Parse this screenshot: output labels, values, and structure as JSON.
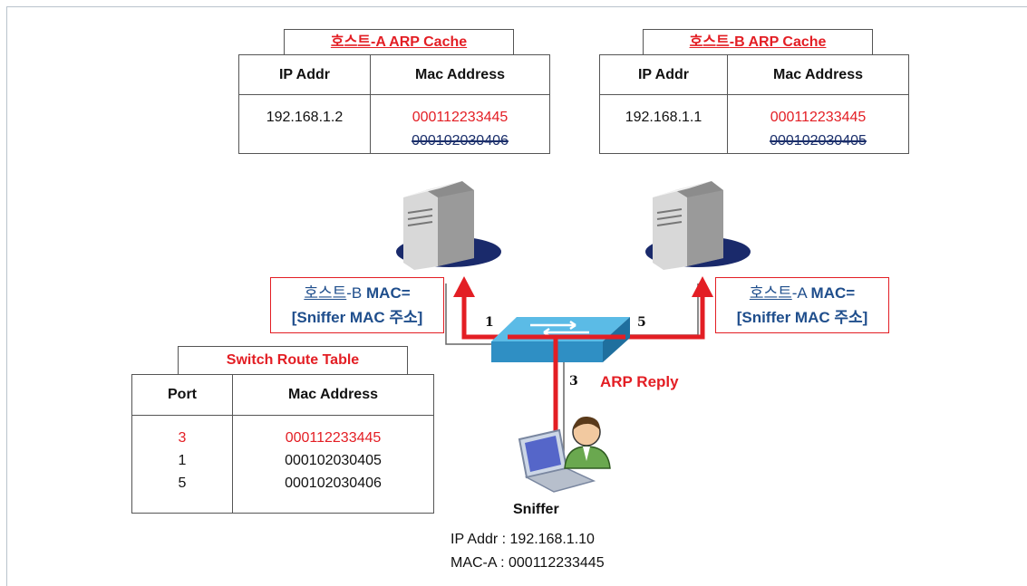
{
  "hostA": {
    "title_prefix": "호스트",
    "title_suffix": "-A ARP Cache",
    "col_ip": "IP Addr",
    "col_mac": "Mac Address",
    "ip": "192.168.1.2",
    "mac_new": "000112233445",
    "mac_old": "000102030406"
  },
  "hostB": {
    "title_prefix": "호스트",
    "title_suffix": "-B ARP Cache",
    "col_ip": "IP Addr",
    "col_mac": "Mac Address",
    "ip": "192.168.1.1",
    "mac_new": "000112233445",
    "mac_old": "000102030405"
  },
  "callout_left": {
    "line1_host": "호스트",
    "line1_rest": "-B ",
    "line1_bold": "MAC=",
    "line2": "[Sniffer MAC 주소]"
  },
  "callout_right": {
    "line1_host": "호스트",
    "line1_rest": "-A ",
    "line1_bold": "MAC=",
    "line2": "[Sniffer MAC 주소]"
  },
  "ports": {
    "p1": "1",
    "p5": "5",
    "p3": "3"
  },
  "arp_reply": "ARP Reply",
  "route_table": {
    "title": "Switch Route Table",
    "col_port": "Port",
    "col_mac": "Mac Address",
    "rows": [
      {
        "port": "3",
        "mac": "000112233445"
      },
      {
        "port": "1",
        "mac": "000102030405"
      },
      {
        "port": "5",
        "mac": "000102030406"
      }
    ]
  },
  "sniffer": {
    "name": "Sniffer",
    "ip_line": "IP Addr : 192.168.1.10",
    "mac_line": "MAC-A : 000112233445"
  },
  "colors": {
    "accent_red": "#e31e24",
    "navy": "#1f4e8c",
    "switch_blue": "#3ea3d6"
  },
  "icons": [
    "server-icon",
    "switch-icon",
    "laptop-user-icon"
  ]
}
